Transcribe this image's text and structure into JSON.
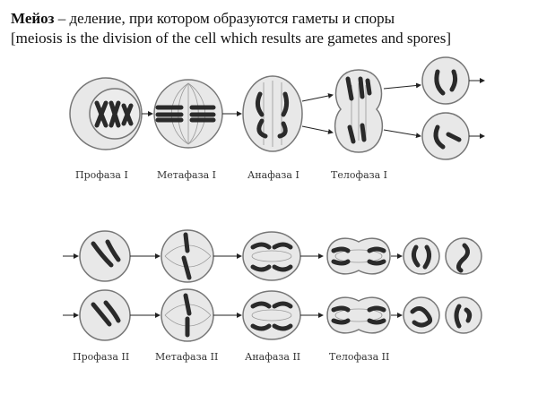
{
  "title": {
    "term": "Мейоз",
    "definition": " – деление, при котором образуются гаметы и споры",
    "translation": "[meiosis is the division of the cell which results are gametes and spores]"
  },
  "meiosis_I": {
    "stages": [
      {
        "label": "Профаза I"
      },
      {
        "label": "Метафаза I"
      },
      {
        "label": "Анафаза I"
      },
      {
        "label": "Телофаза I"
      }
    ]
  },
  "meiosis_II": {
    "stages": [
      {
        "label": "Профаза II"
      },
      {
        "label": "Метафаза II"
      },
      {
        "label": "Анафаза II"
      },
      {
        "label": "Телофаза II"
      }
    ]
  },
  "colors": {
    "cell_fill": "#e8e8e8",
    "cell_outline": "#777777",
    "chromosome": "#2a2a2a",
    "arrow": "#222222"
  }
}
